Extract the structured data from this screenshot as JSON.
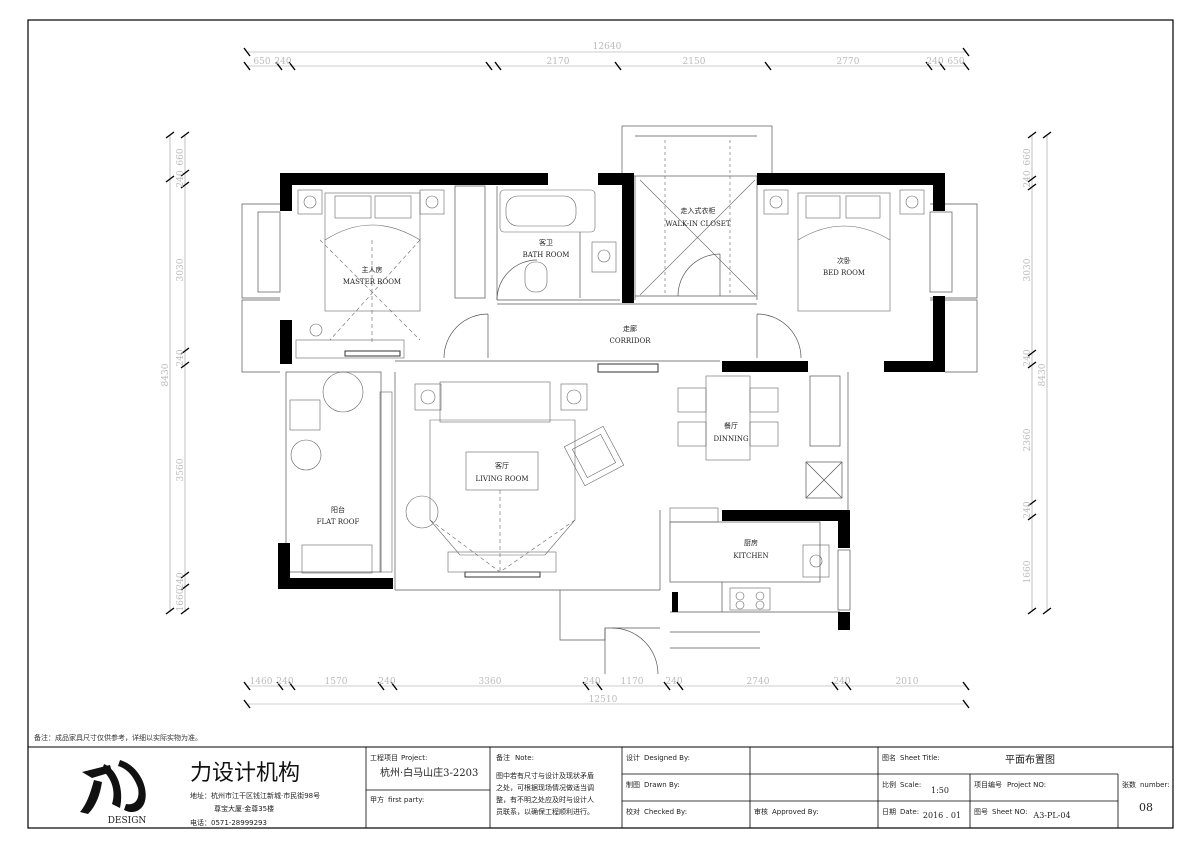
{
  "dimensions": {
    "top_total": "12640",
    "top_segments": [
      "650",
      "240",
      "2170",
      "2150",
      "2770",
      "240",
      "650"
    ],
    "bottom_total": "12510",
    "bottom_segments": [
      "1460",
      "240",
      "1570",
      "240",
      "3360",
      "240",
      "1170",
      "240",
      "2740",
      "240",
      "2010"
    ],
    "left_total": "8430",
    "left_segments": [
      "660",
      "240",
      "3030",
      "240",
      "3560",
      "240",
      "1660"
    ],
    "right_total": "8430",
    "right_segments": [
      "660",
      "240",
      "3030",
      "240",
      "2360",
      "240",
      "1660"
    ]
  },
  "rooms": {
    "master_cn": "主人房",
    "master_en": "MASTER  ROOM",
    "bath_cn": "客卫",
    "bath_en": "BATH ROOM",
    "closet_cn": "走入式衣柜",
    "closet_en": "WALK-IN CLOSET",
    "bed_cn": "次卧",
    "bed_en": "BED  ROOM",
    "corridor_cn": "走廊",
    "corridor_en": "CORRIDOR",
    "dining_cn": "餐厅",
    "dining_en": "DINNING",
    "living_cn": "客厅",
    "living_en": "LIVING  ROOM",
    "balcony_cn": "阳台",
    "balcony_en": "FLAT ROOF",
    "kitchen_cn": "厨房",
    "kitchen_en": "KITCHEN"
  },
  "note": "备注：成品家具尺寸仅供参考，详细以实际实物为准。",
  "title_block": {
    "logo_caption": "DESIGN",
    "company_name": "力设计机构",
    "address_line1": "地址：杭州市江干区钱江新城·市民街98号",
    "address_line2": "尊宝大厦·金尊35楼",
    "phone": "电话：0571-28999293",
    "project_label": "工程项目",
    "project_label_en": "Project:",
    "project_value": "杭州·白马山庄3-2203",
    "client_label": "甲方",
    "client_label_en": "first party:",
    "remarks_label": "备注",
    "remarks_label_en": "Note:",
    "remarks_lines": [
      "图中若有尺寸与设计及现状矛盾",
      "之处，可根据现场情况做适当调",
      "整，有不明之处应及时与设计人",
      "员联系，以确保工程顺利进行。"
    ],
    "design_label": "设计",
    "design_label_en": "Designed By:",
    "drawn_label": "制图",
    "drawn_label_en": "Drawn By:",
    "checked_label": "校对",
    "checked_label_en": "Checked By:",
    "approved_label": "审核",
    "approved_label_en": "Approved By:",
    "sheet_title_label": "图名",
    "sheet_title_label_en": "Sheet Title:",
    "sheet_title_value": "平面布置图",
    "scale_label": "比例",
    "scale_label_en": "Scale:",
    "scale_value": "1:50",
    "project_no_label": "项目编号",
    "project_no_label_en": "Project NO:",
    "date_label": "日期",
    "date_label_en": "Date:",
    "date_value": "2016 . 01",
    "sheet_no_label": "图号",
    "sheet_no_label_en": "Sheet NO:",
    "sheet_no_value": "A3-PL-04",
    "count_label": "张数",
    "count_label_en": "number:",
    "count_value": "08"
  }
}
